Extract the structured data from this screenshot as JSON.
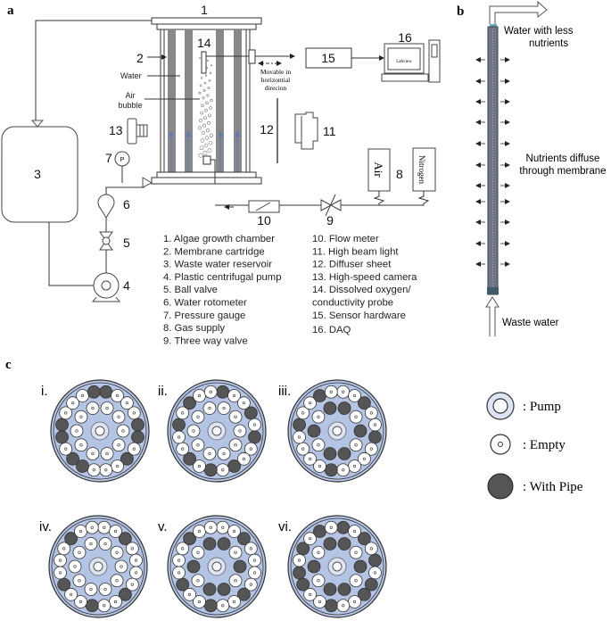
{
  "panels": {
    "a": "a",
    "b": "b",
    "c": "c"
  },
  "panel_a": {
    "numbers": [
      "1",
      "2",
      "3",
      "4",
      "5",
      "6",
      "7",
      "8",
      "9",
      "10",
      "11",
      "12",
      "13",
      "14",
      "15",
      "16"
    ],
    "water_label": "Water",
    "air_bubble_label": [
      "Air",
      "bubble"
    ],
    "movable_label": [
      "Movable in",
      "horizontial",
      "direcion"
    ],
    "screen_label": "Labview",
    "gauge_label": "P",
    "gas_labels": {
      "air": "Air",
      "nitrogen": "Nitrogen"
    },
    "legend_left": [
      "1. Algae growth chamber",
      "2. Membrane cartridge",
      "3. Waste water reservoir",
      "4. Plastic centrifugal pump",
      "5. Ball valve",
      "6. Water rotometer",
      "7. Pressure gauge",
      "8. Gas supply",
      "9. Three way valve"
    ],
    "legend_right": [
      "10. Flow meter",
      "11. High beam light",
      "12. Diffuser sheet",
      "13. High-speed camera",
      "14. Dissolved oxygen/",
      "conductivity probe",
      "15. Sensor hardware",
      "16. DAQ"
    ]
  },
  "panel_b": {
    "outlet_label": [
      "Water with less",
      "nutrients"
    ],
    "diffuse_label": [
      "Nutrients diffuse",
      "through membrane"
    ],
    "inlet_label": "Waste water"
  },
  "panel_c": {
    "colors": {
      "plate": "#b4c4e4",
      "pipe": "#555555",
      "empty": "#ffffff",
      "pump": "#dde4f4"
    },
    "configs": [
      {
        "label": "i.",
        "outer_pipes": [
          0,
          19,
          4,
          5,
          7,
          11,
          12,
          14,
          15
        ],
        "inner_pipes": []
      },
      {
        "label": "ii.",
        "outer_pipes": [
          0,
          3,
          5,
          8,
          10,
          12,
          15,
          17
        ],
        "inner_pipes": []
      },
      {
        "label": "iii.",
        "outer_pipes": [
          2,
          5,
          10,
          15,
          18
        ],
        "inner_pipes": [
          0,
          2,
          4,
          5,
          7,
          9
        ]
      },
      {
        "label": "iv.",
        "outer_pipes": [
          2,
          7,
          10,
          13,
          17
        ],
        "inner_pipes": []
      },
      {
        "label": "v.",
        "outer_pipes": [
          2,
          7,
          10,
          13,
          17
        ],
        "inner_pipes": [
          0,
          2,
          4,
          5,
          7,
          9
        ]
      },
      {
        "label": "vi.",
        "outer_pipes": [
          0,
          2,
          4,
          6,
          7,
          10,
          13,
          14,
          16,
          18
        ],
        "inner_pipes": [
          0,
          2,
          4,
          5,
          7,
          9
        ]
      }
    ],
    "legend": {
      "pump": ": Pump",
      "empty": ": Empty",
      "pipe": ": With Pipe"
    }
  }
}
